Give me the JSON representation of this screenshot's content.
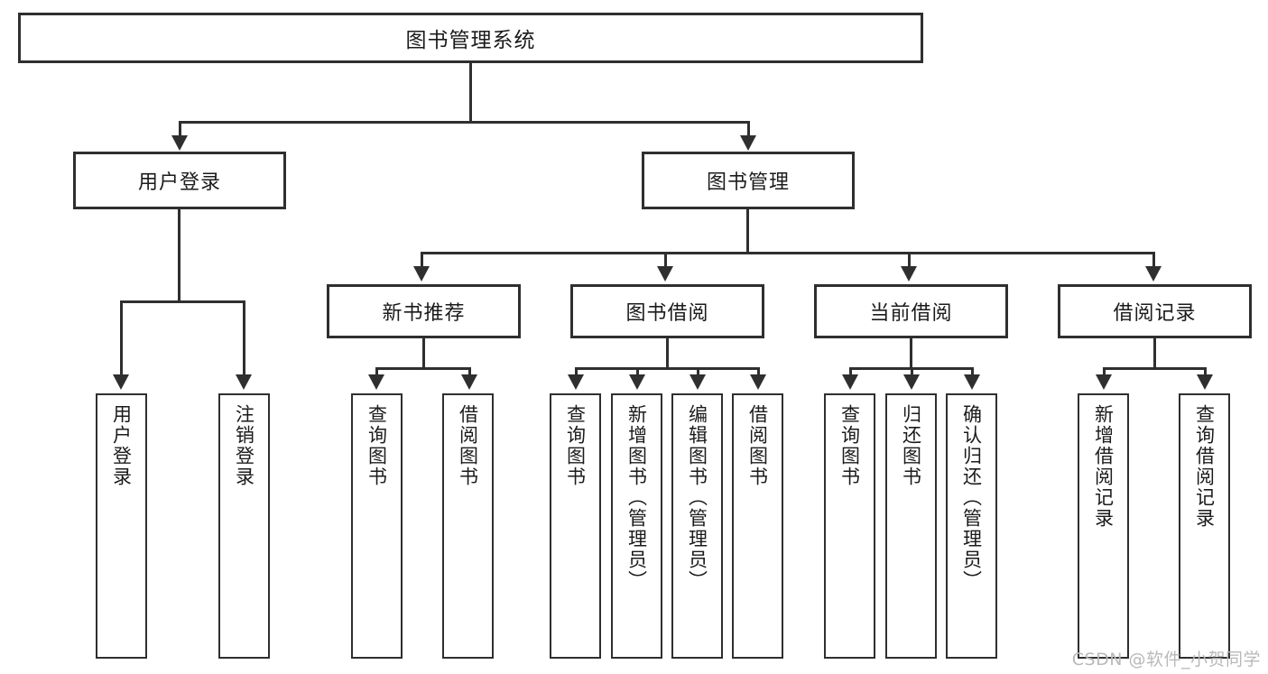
{
  "diagram": {
    "type": "tree-hierarchy",
    "title": "图书管理系统",
    "orientation": "top-down",
    "colors": {
      "stroke": "#2f2f2f",
      "fill": "#ffffff",
      "text": "#1b1b1b",
      "watermark": "#b9b9b9"
    },
    "root": {
      "label": "图书管理系统"
    },
    "level2": [
      {
        "label": "用户登录"
      },
      {
        "label": "图书管理"
      }
    ],
    "level3": [
      {
        "label": "新书推荐"
      },
      {
        "label": "图书借阅"
      },
      {
        "label": "当前借阅"
      },
      {
        "label": "借阅记录"
      }
    ],
    "leaves": {
      "user_login": [
        {
          "label": "用户登录"
        },
        {
          "label": "注销登录"
        }
      ],
      "new_book_recommend": [
        {
          "label": "查询图书"
        },
        {
          "label": "借阅图书"
        }
      ],
      "book_borrow": [
        {
          "label": "查询图书"
        },
        {
          "label": "新增图书（管理员）"
        },
        {
          "label": "编辑图书（管理员）"
        },
        {
          "label": "借阅图书"
        }
      ],
      "current_borrow": [
        {
          "label": "查询图书"
        },
        {
          "label": "归还图书"
        },
        {
          "label": "确认归还（管理员）"
        }
      ],
      "borrow_record": [
        {
          "label": "新增借阅记录"
        },
        {
          "label": "查询借阅记录"
        }
      ]
    }
  },
  "watermark": {
    "text": "CSDN @软件_小贺同学"
  }
}
